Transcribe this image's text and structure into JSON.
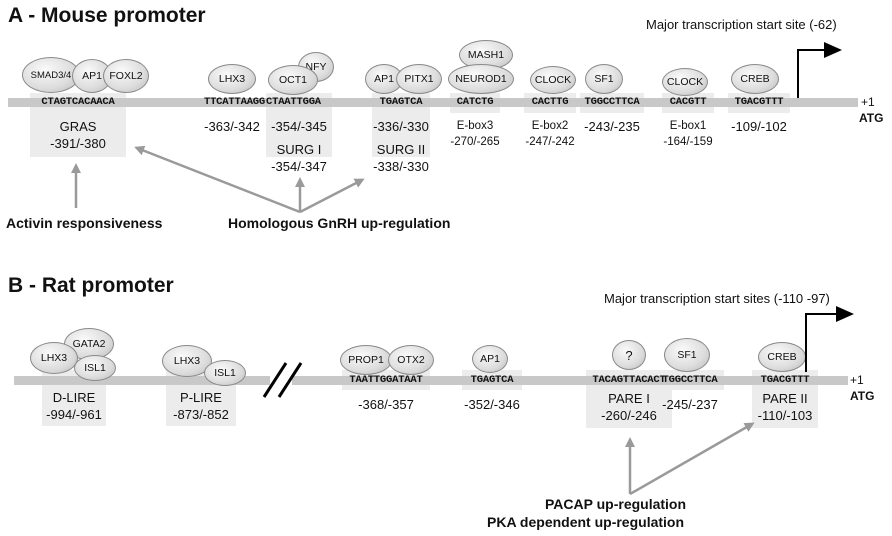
{
  "panel_a": {
    "title": "A - Mouse promoter",
    "tss_label": "Major transcription start site (-62)",
    "plus_one": "+1",
    "atg": "ATG",
    "factors": {
      "smad34": "SMAD3/4",
      "ap1": "AP1",
      "foxl2": "FOXL2",
      "lhx3": "LHX3",
      "oct1": "OCT1",
      "nfy": "NFY",
      "ap1b": "AP1",
      "pitx1": "PITX1",
      "mash1": "MASH1",
      "neurod1": "NEUROD1",
      "clock1": "CLOCK",
      "sf1": "SF1",
      "clock2": "CLOCK",
      "creb": "CREB"
    },
    "sequences": {
      "gras": "CTAGTCACAACA",
      "lhx3": "TTCATTAAGG",
      "oct1": "CTAATTGGA",
      "ap1": "TGAGTCA",
      "ebox3": "CATCTG",
      "ebox2": "CACTTG",
      "sf1": "TGGCCTTCA",
      "ebox1": "CACGTT",
      "creb": "TGACGTTT"
    },
    "labels": {
      "gras_name": "GRAS",
      "gras_pos": "-391/-380",
      "lhx3_pos": "-363/-342",
      "oct1_pos": "-354/-345",
      "surg1_name": "SURG I",
      "surg1_pos": "-354/-347",
      "ap1_pos": "-336/-330",
      "surg2_name": "SURG II",
      "surg2_pos": "-338/-330",
      "ebox3_name": "E-box3",
      "ebox3_pos": "-270/-265",
      "ebox2_name": "E-box2",
      "ebox2_pos": "-247/-242",
      "sf1_pos": "-243/-235",
      "ebox1_name": "E-box1",
      "ebox1_pos": "-164/-159",
      "creb_pos": "-109/-102"
    },
    "annotations": {
      "activin": "Activin responsiveness",
      "gnrh": "Homologous GnRH up-regulation"
    }
  },
  "panel_b": {
    "title": "B - Rat promoter",
    "tss_label": "Major transcription start sites (-110 -97)",
    "plus_one": "+1",
    "atg": "ATG",
    "factors": {
      "gata2": "GATA2",
      "lhx3a": "LHX3",
      "isl1a": "ISL1",
      "lhx3b": "LHX3",
      "isl1b": "ISL1",
      "prop1": "PROP1",
      "otx2": "OTX2",
      "ap1": "AP1",
      "unknown": "?",
      "sf1": "SF1",
      "creb": "CREB"
    },
    "sequences": {
      "prop": "TAATTGGATAAT",
      "ap1": "TGAGTCA",
      "pare1": "TACAGTTACACT",
      "sf1": "TGGCCTTCA",
      "pare2": "TGACGTTT"
    },
    "labels": {
      "dlire_name": "D-LIRE",
      "dlire_pos": "-994/-961",
      "plire_name": "P-LIRE",
      "plire_pos": "-873/-852",
      "prop_pos": "-368/-357",
      "ap1_pos": "-352/-346",
      "pare1_name": "PARE I",
      "pare1_pos": "-260/-246",
      "sf1_pos": "-245/-237",
      "pare2_name": "PARE II",
      "pare2_pos": "-110/-103"
    },
    "annotations": {
      "pacap": "PACAP up-regulation",
      "pka": "PKA dependent up-regulation"
    }
  },
  "colors": {
    "line": "#c8c8c8",
    "box": "#ececec",
    "arrow": "#9a9a9a",
    "text": "#111111"
  }
}
